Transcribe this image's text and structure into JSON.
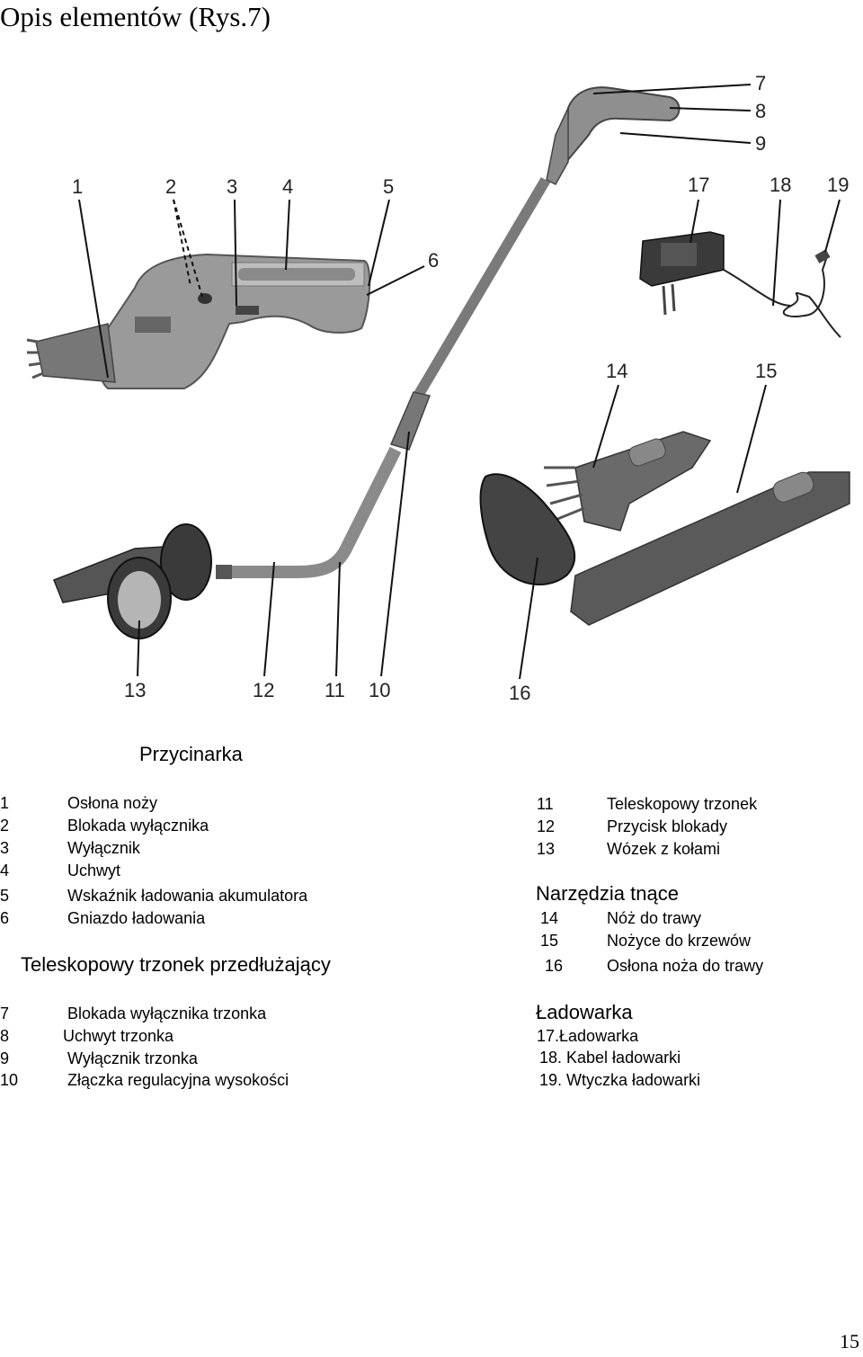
{
  "page_title": "Opis elementów (Rys.7)",
  "figure": {
    "callouts": [
      "1",
      "2",
      "3",
      "4",
      "5",
      "6",
      "7",
      "8",
      "9",
      "10",
      "11",
      "12",
      "13",
      "14",
      "15",
      "16",
      "17",
      "18",
      "19"
    ]
  },
  "legend": {
    "heading_main": "Przycinarka",
    "main_items": [
      {
        "num": "1",
        "label": "Osłona noży"
      },
      {
        "num": "2",
        "label": "Blokada wyłącznika"
      },
      {
        "num": "3",
        "label": "Wyłącznik"
      },
      {
        "num": "4",
        "label": "Uchwyt"
      },
      {
        "num": "5",
        "label": "Wskaźnik ładowania akumulatora"
      },
      {
        "num": "6",
        "label": "Gniazdo ładowania"
      }
    ],
    "heading_handle": "Teleskopowy trzonek przedłużający",
    "handle_items": [
      {
        "num": "7",
        "label": "Blokada wyłącznika trzonka"
      },
      {
        "num": "8",
        "label": "Uchwyt trzonka"
      },
      {
        "num": "9",
        "label": "Wyłącznik trzonka"
      },
      {
        "num": "10",
        "label": "Złączka regulacyjna wysokości"
      }
    ],
    "right_items": [
      {
        "num": "11",
        "label": "Teleskopowy trzonek"
      },
      {
        "num": "12",
        "label": "Przycisk blokady"
      },
      {
        "num": "13",
        "label": "Wózek z kołami"
      }
    ],
    "heading_tools": "Narzędzia tnące",
    "tool_items": [
      {
        "num": "14",
        "label": "Nóż do trawy"
      },
      {
        "num": "15",
        "label": "Nożyce do krzewów"
      },
      {
        "num": "16",
        "label": "Osłona noża do trawy"
      }
    ],
    "heading_charger": "Ładowarka",
    "charger_items": [
      "17.Ładowarka",
      "18. Kabel ładowarki",
      "19. Wtyczka ładowarki"
    ]
  },
  "page_number": "15"
}
